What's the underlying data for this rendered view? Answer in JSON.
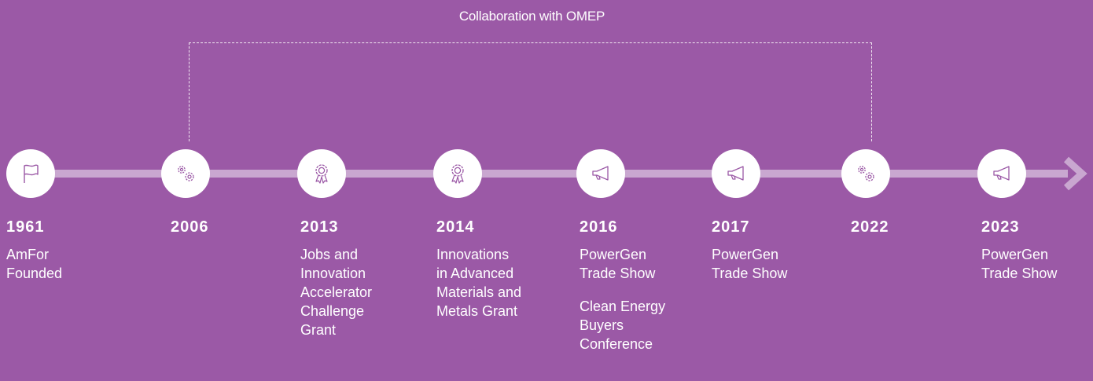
{
  "bracket": {
    "label": "Collaboration with OMEP"
  },
  "accent_color": "#9b59a6",
  "milestones": [
    {
      "year": "1961",
      "icon": "flag-icon",
      "lines": [
        "AmFor\nFounded"
      ]
    },
    {
      "year": "2006",
      "icon": "gears-icon",
      "lines": []
    },
    {
      "year": "2013",
      "icon": "award-icon",
      "lines": [
        "Jobs and\nInnovation\nAccelerator\nChallenge\nGrant"
      ]
    },
    {
      "year": "2014",
      "icon": "award-icon",
      "lines": [
        "Innovations\nin Advanced\nMaterials and\nMetals Grant"
      ]
    },
    {
      "year": "2016",
      "icon": "megaphone-icon",
      "lines": [
        "PowerGen\nTrade Show",
        "Clean Energy\nBuyers\nConference"
      ]
    },
    {
      "year": "2017",
      "icon": "megaphone-icon",
      "lines": [
        "PowerGen\nTrade Show"
      ]
    },
    {
      "year": "2022",
      "icon": "gears-icon",
      "lines": []
    },
    {
      "year": "2023",
      "icon": "megaphone-icon",
      "lines": [
        "PowerGen\nTrade Show"
      ]
    }
  ]
}
